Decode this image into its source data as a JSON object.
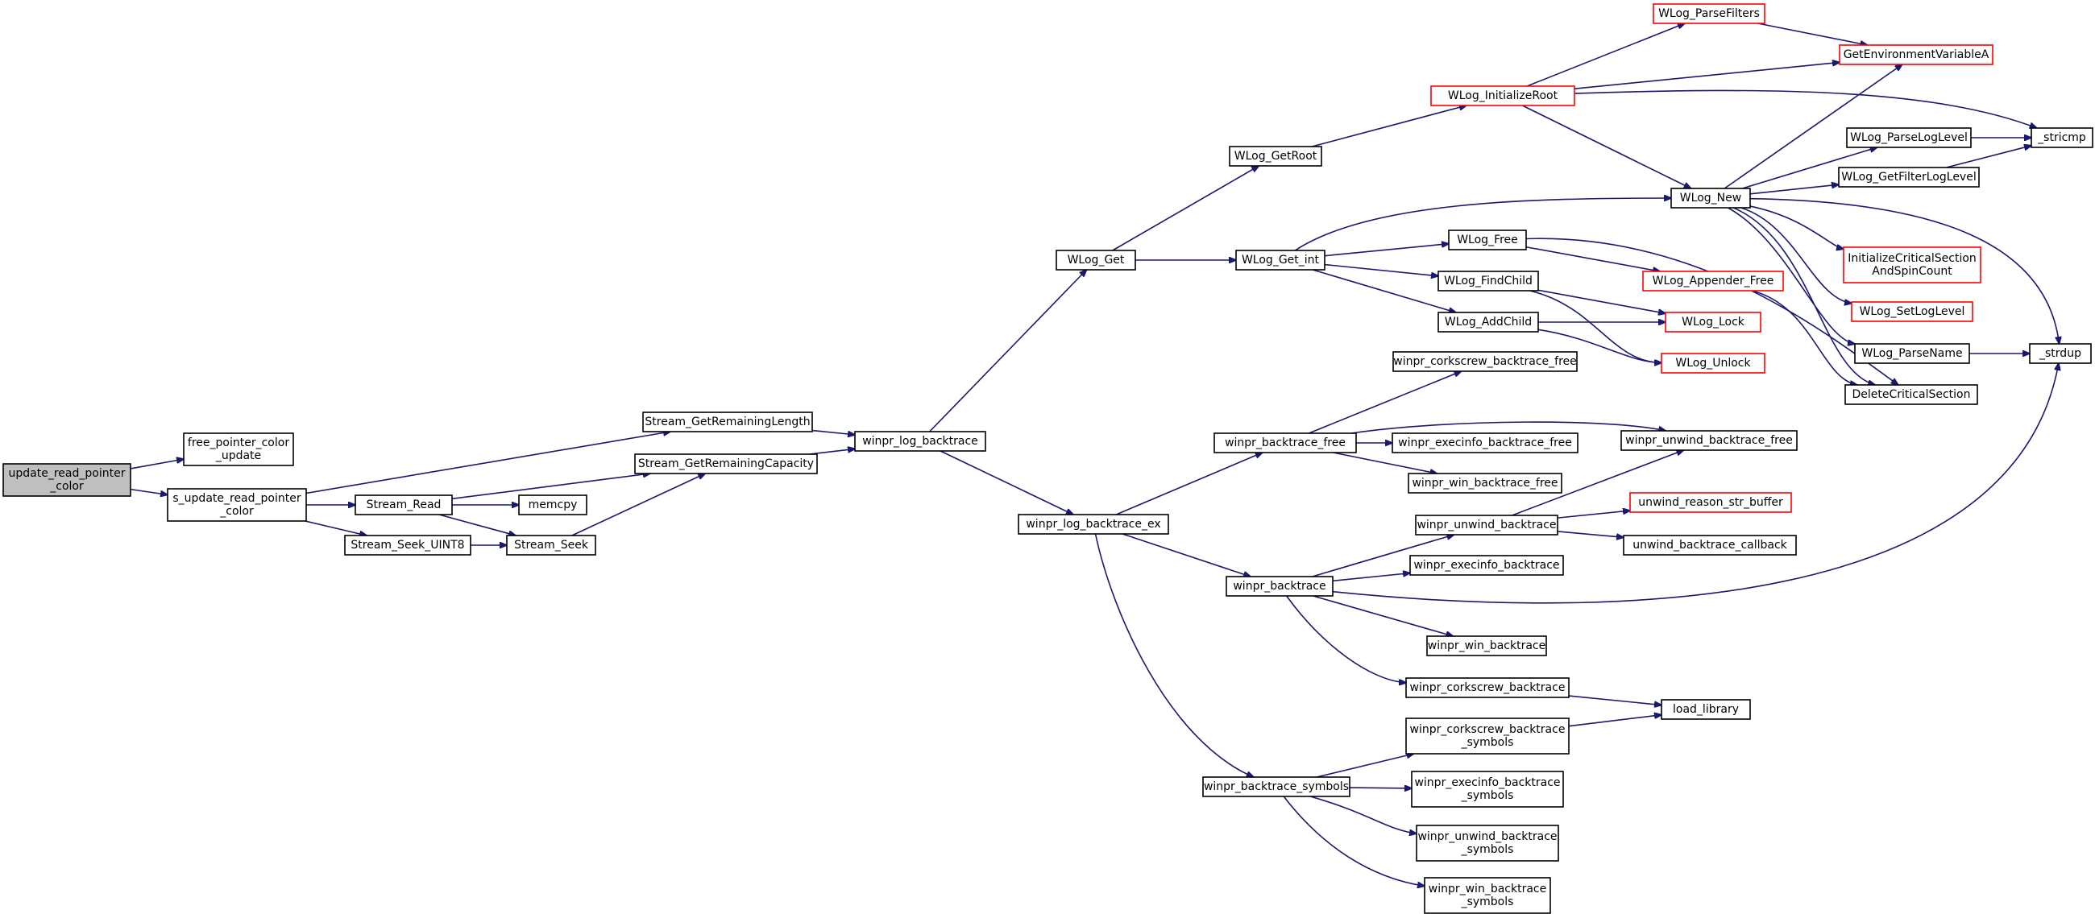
{
  "colors": {
    "edge": "#191970",
    "node_border": "#000000",
    "truncated_border": "#ff0000",
    "root_fill": "#bfbfbf",
    "node_fill": "#ffffff"
  },
  "nodes": [
    {
      "id": "root",
      "lines": [
        "update_read_pointer",
        "_color"
      ],
      "kind": "root"
    },
    {
      "id": "free_pc",
      "lines": [
        "free_pointer_color",
        "_update"
      ]
    },
    {
      "id": "s_update",
      "lines": [
        "s_update_read_pointer",
        "_color"
      ]
    },
    {
      "id": "sgrl",
      "lines": [
        "Stream_GetRemainingLength"
      ]
    },
    {
      "id": "sgrc",
      "lines": [
        "Stream_GetRemainingCapacity"
      ]
    },
    {
      "id": "sread",
      "lines": [
        "Stream_Read"
      ]
    },
    {
      "id": "memcpy",
      "lines": [
        "memcpy"
      ]
    },
    {
      "id": "sseek8",
      "lines": [
        "Stream_Seek_UINT8"
      ]
    },
    {
      "id": "sseek",
      "lines": [
        "Stream_Seek"
      ]
    },
    {
      "id": "wlb",
      "lines": [
        "winpr_log_backtrace"
      ]
    },
    {
      "id": "wlbex",
      "lines": [
        "winpr_log_backtrace_ex"
      ]
    },
    {
      "id": "wlget",
      "lines": [
        "WLog_Get"
      ]
    },
    {
      "id": "wlgetroot",
      "lines": [
        "WLog_GetRoot"
      ]
    },
    {
      "id": "wlgetint",
      "lines": [
        "WLog_Get_int"
      ]
    },
    {
      "id": "wlinit",
      "lines": [
        "WLog_InitializeRoot"
      ],
      "kind": "truncated"
    },
    {
      "id": "wlpf",
      "lines": [
        "WLog_ParseFilters"
      ],
      "kind": "truncated"
    },
    {
      "id": "getenv",
      "lines": [
        "GetEnvironmentVariableA"
      ],
      "kind": "truncated"
    },
    {
      "id": "stricmp",
      "lines": [
        "_stricmp"
      ]
    },
    {
      "id": "wlnew",
      "lines": [
        "WLog_New"
      ]
    },
    {
      "id": "wlpll",
      "lines": [
        "WLog_ParseLogLevel"
      ]
    },
    {
      "id": "wlgfll",
      "lines": [
        "WLog_GetFilterLogLevel"
      ]
    },
    {
      "id": "icsasc",
      "lines": [
        "InitializeCriticalSection",
        "AndSpinCount"
      ],
      "kind": "truncated"
    },
    {
      "id": "wlsll",
      "lines": [
        "WLog_SetLogLevel"
      ],
      "kind": "truncated"
    },
    {
      "id": "wlpn",
      "lines": [
        "WLog_ParseName"
      ]
    },
    {
      "id": "strdup",
      "lines": [
        "_strdup"
      ]
    },
    {
      "id": "wlfree",
      "lines": [
        "WLog_Free"
      ]
    },
    {
      "id": "wlaf",
      "lines": [
        "WLog_Appender_Free"
      ],
      "kind": "truncated"
    },
    {
      "id": "wlfc",
      "lines": [
        "WLog_FindChild"
      ]
    },
    {
      "id": "wlac",
      "lines": [
        "WLog_AddChild"
      ]
    },
    {
      "id": "wllock",
      "lines": [
        "WLog_Lock"
      ],
      "kind": "truncated"
    },
    {
      "id": "wlunlock",
      "lines": [
        "WLog_Unlock"
      ],
      "kind": "truncated"
    },
    {
      "id": "dcs",
      "lines": [
        "DeleteCriticalSection"
      ]
    },
    {
      "id": "wcbf",
      "lines": [
        "winpr_corkscrew_backtrace_free"
      ]
    },
    {
      "id": "wbf",
      "lines": [
        "winpr_backtrace_free"
      ]
    },
    {
      "id": "webf",
      "lines": [
        "winpr_execinfo_backtrace_free"
      ]
    },
    {
      "id": "wubf",
      "lines": [
        "winpr_unwind_backtrace_free"
      ]
    },
    {
      "id": "wwbf",
      "lines": [
        "winpr_win_backtrace_free"
      ]
    },
    {
      "id": "wub",
      "lines": [
        "winpr_unwind_backtrace"
      ]
    },
    {
      "id": "ursb",
      "lines": [
        "unwind_reason_str_buffer"
      ],
      "kind": "truncated"
    },
    {
      "id": "ubc",
      "lines": [
        "unwind_backtrace_callback"
      ]
    },
    {
      "id": "wb",
      "lines": [
        "winpr_backtrace"
      ]
    },
    {
      "id": "web",
      "lines": [
        "winpr_execinfo_backtrace"
      ]
    },
    {
      "id": "wwb",
      "lines": [
        "winpr_win_backtrace"
      ]
    },
    {
      "id": "wcb",
      "lines": [
        "winpr_corkscrew_backtrace"
      ]
    },
    {
      "id": "loadlib",
      "lines": [
        "load_library"
      ]
    },
    {
      "id": "wcbs",
      "lines": [
        "winpr_corkscrew_backtrace",
        "_symbols"
      ]
    },
    {
      "id": "wbs",
      "lines": [
        "winpr_backtrace_symbols"
      ]
    },
    {
      "id": "webs",
      "lines": [
        "winpr_execinfo_backtrace",
        "_symbols"
      ]
    },
    {
      "id": "wubs",
      "lines": [
        "winpr_unwind_backtrace",
        "_symbols"
      ]
    },
    {
      "id": "wwbs",
      "lines": [
        "winpr_win_backtrace",
        "_symbols"
      ]
    }
  ],
  "edges": [
    [
      "root",
      "free_pc"
    ],
    [
      "root",
      "s_update"
    ],
    [
      "s_update",
      "sgrl"
    ],
    [
      "s_update",
      "sread"
    ],
    [
      "s_update",
      "sseek8"
    ],
    [
      "sgrl",
      "wlb"
    ],
    [
      "sgrc",
      "wlb"
    ],
    [
      "sread",
      "sgrc"
    ],
    [
      "sread",
      "memcpy"
    ],
    [
      "sread",
      "sseek"
    ],
    [
      "sseek8",
      "sseek"
    ],
    [
      "sseek",
      "sgrc"
    ],
    [
      "wlb",
      "wlget"
    ],
    [
      "wlb",
      "wlbex"
    ],
    [
      "wlget",
      "wlgetroot"
    ],
    [
      "wlget",
      "wlgetint"
    ],
    [
      "wlgetroot",
      "wlinit"
    ],
    [
      "wlinit",
      "wlpf"
    ],
    [
      "wlinit",
      "getenv"
    ],
    [
      "wlinit",
      "stricmp"
    ],
    [
      "wlinit",
      "wlnew"
    ],
    [
      "wlpf",
      "getenv"
    ],
    [
      "wlgetint",
      "wlnew"
    ],
    [
      "wlgetint",
      "wlfree"
    ],
    [
      "wlgetint",
      "wlfc"
    ],
    [
      "wlgetint",
      "wlac"
    ],
    [
      "wlnew",
      "getenv"
    ],
    [
      "wlnew",
      "wlpll"
    ],
    [
      "wlnew",
      "wlgfll"
    ],
    [
      "wlnew",
      "strdup"
    ],
    [
      "wlnew",
      "icsasc"
    ],
    [
      "wlnew",
      "wlsll"
    ],
    [
      "wlnew",
      "wlpn"
    ],
    [
      "wlnew",
      "dcs"
    ],
    [
      "wlpll",
      "stricmp"
    ],
    [
      "wlgfll",
      "stricmp"
    ],
    [
      "wlpn",
      "strdup"
    ],
    [
      "wlfree",
      "wlaf"
    ],
    [
      "wlfree",
      "dcs"
    ],
    [
      "wlaf",
      "dcs"
    ],
    [
      "wlfc",
      "wllock"
    ],
    [
      "wlfc",
      "wlunlock"
    ],
    [
      "wlac",
      "wllock"
    ],
    [
      "wlac",
      "wlunlock"
    ],
    [
      "wlbex",
      "wbf"
    ],
    [
      "wlbex",
      "wb"
    ],
    [
      "wlbex",
      "wbs"
    ],
    [
      "wbf",
      "wcbf"
    ],
    [
      "wbf",
      "webf"
    ],
    [
      "wbf",
      "wubf"
    ],
    [
      "wbf",
      "wwbf"
    ],
    [
      "wb",
      "wub"
    ],
    [
      "wb",
      "web"
    ],
    [
      "wb",
      "wwb"
    ],
    [
      "wb",
      "wcb"
    ],
    [
      "wb",
      "strdup"
    ],
    [
      "wub",
      "wubf"
    ],
    [
      "wub",
      "ursb"
    ],
    [
      "wub",
      "ubc"
    ],
    [
      "wcb",
      "loadlib"
    ],
    [
      "wcbs",
      "loadlib"
    ],
    [
      "wbs",
      "wcbs"
    ],
    [
      "wbs",
      "webs"
    ],
    [
      "wbs",
      "wubs"
    ],
    [
      "wbs",
      "wwbs"
    ]
  ]
}
